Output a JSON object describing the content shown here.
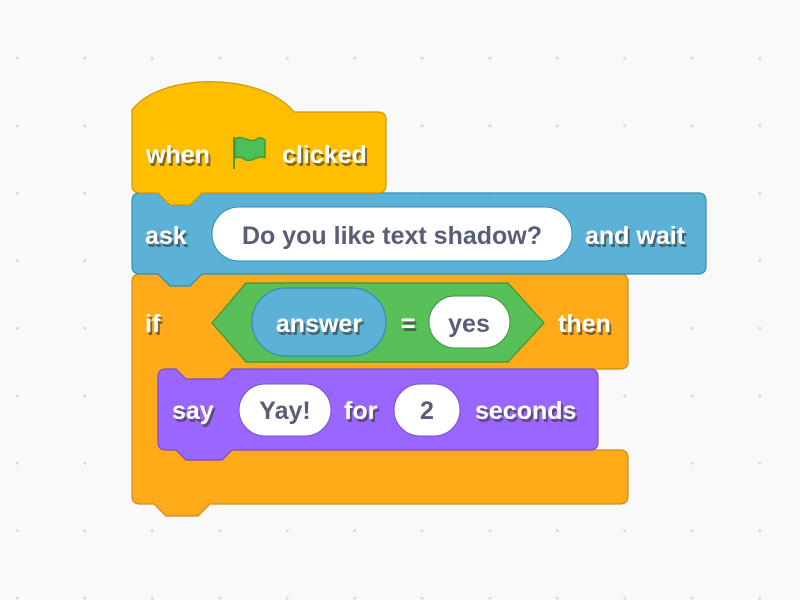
{
  "script": {
    "hat": {
      "word_before": "when",
      "icon": "green-flag-icon",
      "word_after": "clicked"
    },
    "ask": {
      "keyword": "ask",
      "question": "Do you like text shadow?",
      "suffix": "and wait"
    },
    "if_block": {
      "keyword": "if",
      "suffix": "then",
      "condition": {
        "reporter": "answer",
        "operator": "=",
        "value": "yes"
      }
    },
    "say": {
      "keyword": "say",
      "message": "Yay!",
      "connector": "for",
      "duration": "2",
      "unit": "seconds"
    }
  },
  "colors": {
    "events": "#ffbf00",
    "sensing": "#5cb1d6",
    "control": "#ffab19",
    "operators": "#59c059",
    "looks": "#9966ff",
    "input_text": "#575e75",
    "flag": "#4cbf56",
    "workspace": "#f9f9f9"
  }
}
